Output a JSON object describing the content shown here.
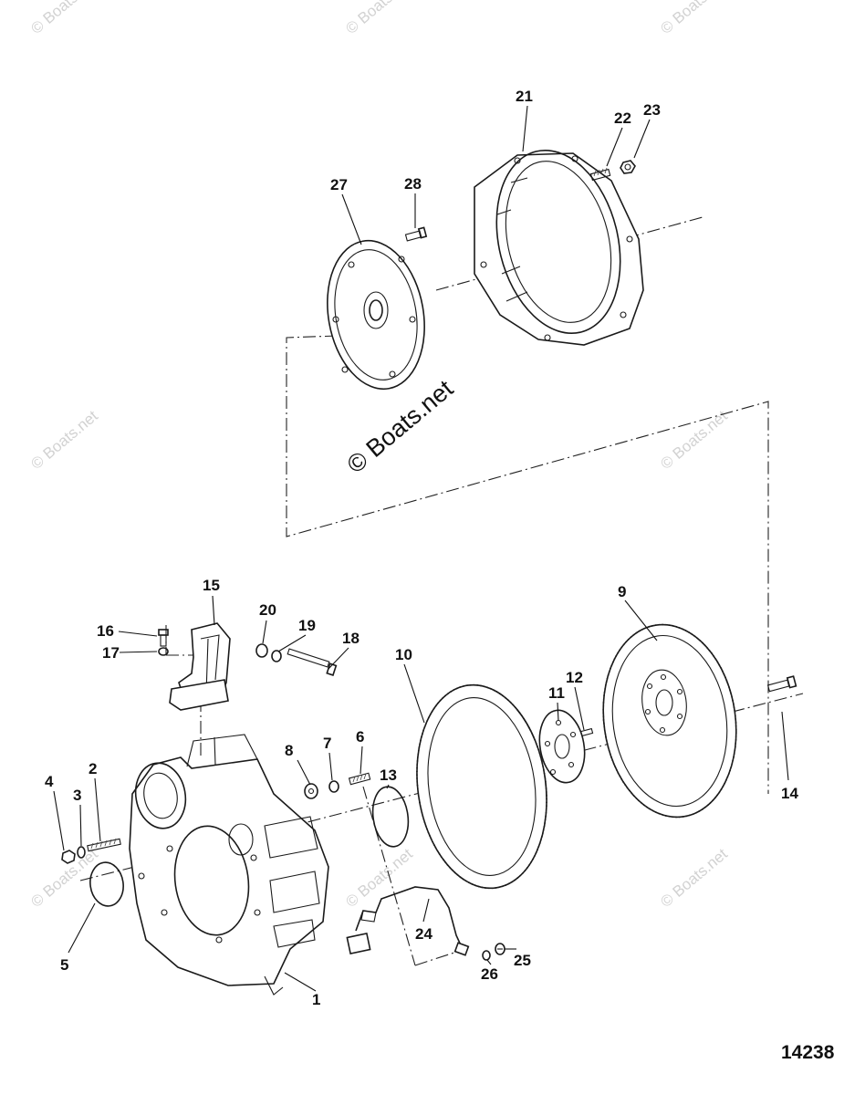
{
  "watermark": {
    "tile_text": "© Boats.net",
    "center_text": "© Boats.net"
  },
  "figure_number": "14238",
  "callouts": [
    "1",
    "2",
    "3",
    "4",
    "5",
    "6",
    "7",
    "8",
    "9",
    "10",
    "11",
    "12",
    "13",
    "14",
    "15",
    "16",
    "17",
    "18",
    "19",
    "20",
    "21",
    "22",
    "23",
    "24",
    "25",
    "26",
    "27",
    "28"
  ],
  "parts": [
    {
      "id": "1",
      "label": "flywheel-housing"
    },
    {
      "id": "2",
      "label": "bolt"
    },
    {
      "id": "3",
      "label": "lock-washer"
    },
    {
      "id": "4",
      "label": "nut"
    },
    {
      "id": "5",
      "label": "o-ring"
    },
    {
      "id": "6",
      "label": "bolt"
    },
    {
      "id": "7",
      "label": "lock-washer"
    },
    {
      "id": "8",
      "label": "washer"
    },
    {
      "id": "9",
      "label": "flywheel"
    },
    {
      "id": "10",
      "label": "ring-gear"
    },
    {
      "id": "11",
      "label": "spacer-plate"
    },
    {
      "id": "12",
      "label": "dowel-pin"
    },
    {
      "id": "13",
      "label": "o-ring"
    },
    {
      "id": "14",
      "label": "bolt"
    },
    {
      "id": "15",
      "label": "engine-mount-bracket"
    },
    {
      "id": "16",
      "label": "bolt"
    },
    {
      "id": "17",
      "label": "washer"
    },
    {
      "id": "18",
      "label": "bolt"
    },
    {
      "id": "19",
      "label": "lock-washer"
    },
    {
      "id": "20",
      "label": "washer"
    },
    {
      "id": "21",
      "label": "bell-housing"
    },
    {
      "id": "22",
      "label": "stud"
    },
    {
      "id": "23",
      "label": "nut"
    },
    {
      "id": "24",
      "label": "sensor-wire"
    },
    {
      "id": "25",
      "label": "screw"
    },
    {
      "id": "26",
      "label": "washer"
    },
    {
      "id": "27",
      "label": "drive-plate"
    },
    {
      "id": "28",
      "label": "bolt"
    }
  ]
}
